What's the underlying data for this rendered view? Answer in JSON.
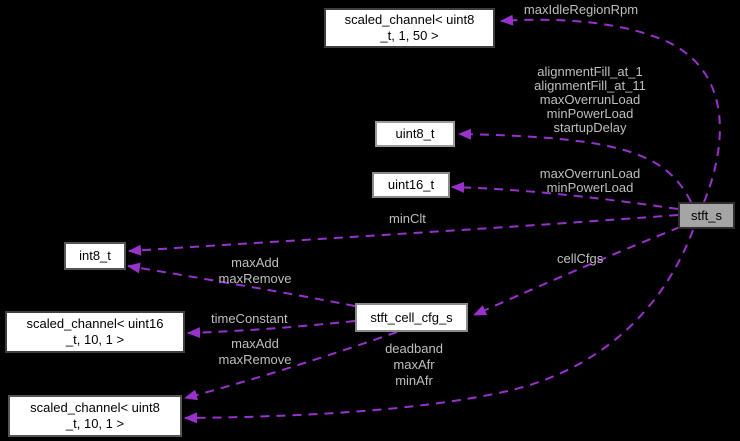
{
  "diagram": {
    "kind": "collaboration-graph",
    "colors": {
      "background": "#000000",
      "edge": "#9932cc",
      "edge_label": "#bfbfbf",
      "node_fill": "#ffffff",
      "node_text": "#000000",
      "highlight_node_fill": "#a5a5a5"
    },
    "nodes": [
      {
        "id": "scaled_channel_uint8_1_50",
        "lines": [
          "scaled_channel< uint8",
          "_t, 1, 50 >"
        ]
      },
      {
        "id": "uint8_t",
        "lines": [
          "uint8_t"
        ]
      },
      {
        "id": "uint16_t",
        "lines": [
          "uint16_t"
        ]
      },
      {
        "id": "stft_s",
        "lines": [
          "stft_s"
        ],
        "highlighted": true
      },
      {
        "id": "int8_t",
        "lines": [
          "int8_t"
        ]
      },
      {
        "id": "scaled_channel_uint16_10_1",
        "lines": [
          "scaled_channel< uint16",
          "_t, 10, 1 >"
        ]
      },
      {
        "id": "stft_cell_cfg_s",
        "lines": [
          "stft_cell_cfg_s"
        ]
      },
      {
        "id": "scaled_channel_uint8_10_1",
        "lines": [
          "scaled_channel< uint8",
          "_t, 10, 1 >"
        ]
      }
    ],
    "edges": [
      {
        "from": "stft_s",
        "to": "scaled_channel_uint8_1_50",
        "label_lines": [
          "maxIdleRegionRpm"
        ]
      },
      {
        "from": "stft_s",
        "to": "uint8_t",
        "label_lines": [
          "alignmentFill_at_1",
          "alignmentFill_at_11",
          "maxOverrunLoad",
          "minPowerLoad",
          "startupDelay"
        ]
      },
      {
        "from": "stft_s",
        "to": "uint16_t",
        "label_lines": [
          "maxOverrunLoad",
          "minPowerLoad"
        ]
      },
      {
        "from": "stft_s",
        "to": "int8_t",
        "label_lines": [
          "minClt"
        ]
      },
      {
        "from": "stft_s",
        "to": "stft_cell_cfg_s",
        "label_lines": [
          "cellCfgs"
        ]
      },
      {
        "from": "stft_s",
        "to": "scaled_channel_uint8_10_1",
        "label_lines": [
          "deadband",
          "maxAfr",
          "minAfr"
        ]
      },
      {
        "from": "stft_cell_cfg_s",
        "to": "int8_t",
        "label_lines": [
          "maxAdd",
          "maxRemove"
        ]
      },
      {
        "from": "stft_cell_cfg_s",
        "to": "scaled_channel_uint16_10_1",
        "label_lines": [
          "timeConstant"
        ]
      },
      {
        "from": "stft_cell_cfg_s",
        "to": "scaled_channel_uint8_10_1",
        "label_lines": [
          "maxAdd",
          "maxRemove"
        ]
      }
    ]
  }
}
